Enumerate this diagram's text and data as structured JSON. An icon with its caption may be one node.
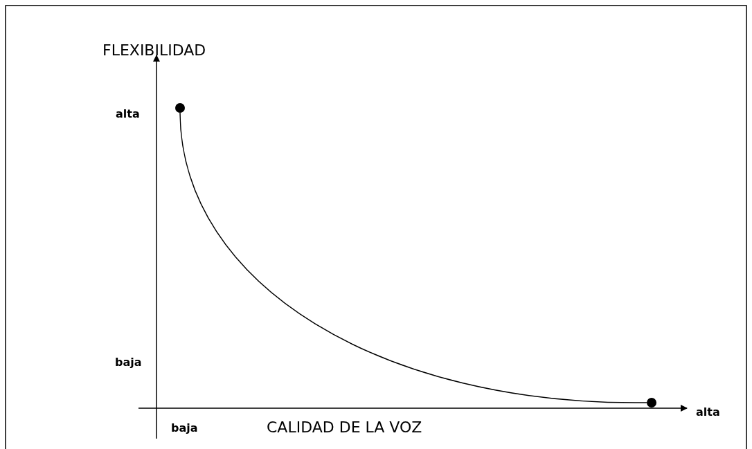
{
  "diagram": {
    "nodes": [
      {
        "text": [],
        "shape": "circle"
      },
      {
        "text": [],
        "shape": "circle"
      }
    ],
    "edges": [
      {
        "from": 0,
        "to": 1,
        "arrow": "none"
      }
    ],
    "labels": [
      "FLEXIBILIDAD",
      "alta",
      "baja",
      "alta",
      "baja",
      "CALIDAD DE LA VOZ"
    ]
  }
}
